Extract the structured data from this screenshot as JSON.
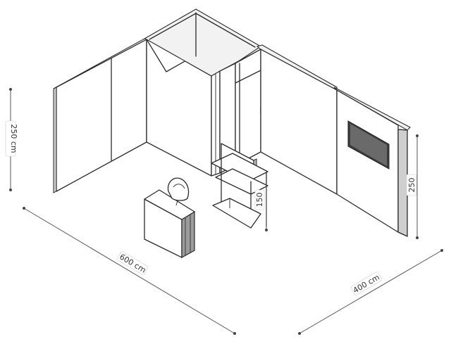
{
  "dimensions": {
    "height_left": "250 cm",
    "length": "600 cm",
    "depth": "400 cm",
    "height_right": "250",
    "counter_height": "150"
  }
}
